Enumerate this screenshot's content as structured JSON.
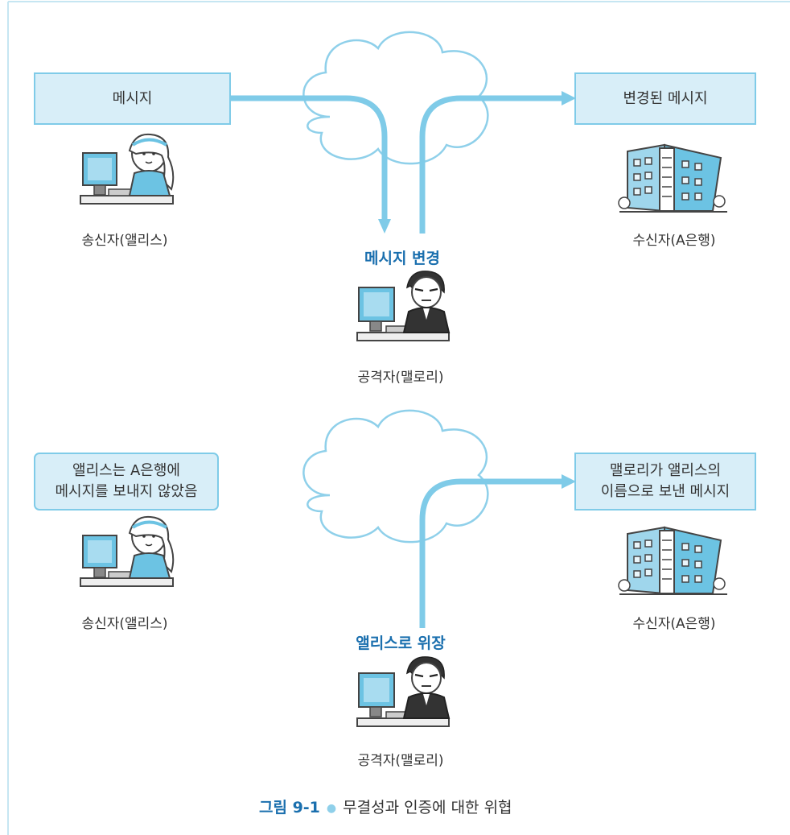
{
  "top": {
    "message_box": "메시지",
    "changed_box": "변경된 메시지",
    "sender_label": "송신자(앨리스)",
    "receiver_label": "수신자(A은행)",
    "attack_label": "메시지 변경",
    "attacker_label": "공격자(맬로리)"
  },
  "bottom": {
    "alice_box": [
      "앨리스는 A은행에",
      "메시지를 보내지 않았음"
    ],
    "forged_box": [
      "맬로리가 앨리스의",
      "이름으로 보낸 메시지"
    ],
    "sender_label": "송신자(앨리스)",
    "receiver_label": "수신자(A은행)",
    "attack_label": "앨리스로 위장",
    "attacker_label": "공격자(맬로리)"
  },
  "caption": {
    "figure_number": "그림 9-1",
    "text": "무결성과 인증에 대한 위협"
  },
  "colors": {
    "box_fill": "#d8eef8",
    "box_border": "#7fcbe8",
    "arrow": "#7fcbe8",
    "cloud_stroke": "#8fd0ea",
    "accent_text": "#1a6fae"
  },
  "icons": [
    "cloud-icon",
    "woman-at-computer-icon",
    "bank-building-icon",
    "attacker-at-computer-icon"
  ]
}
